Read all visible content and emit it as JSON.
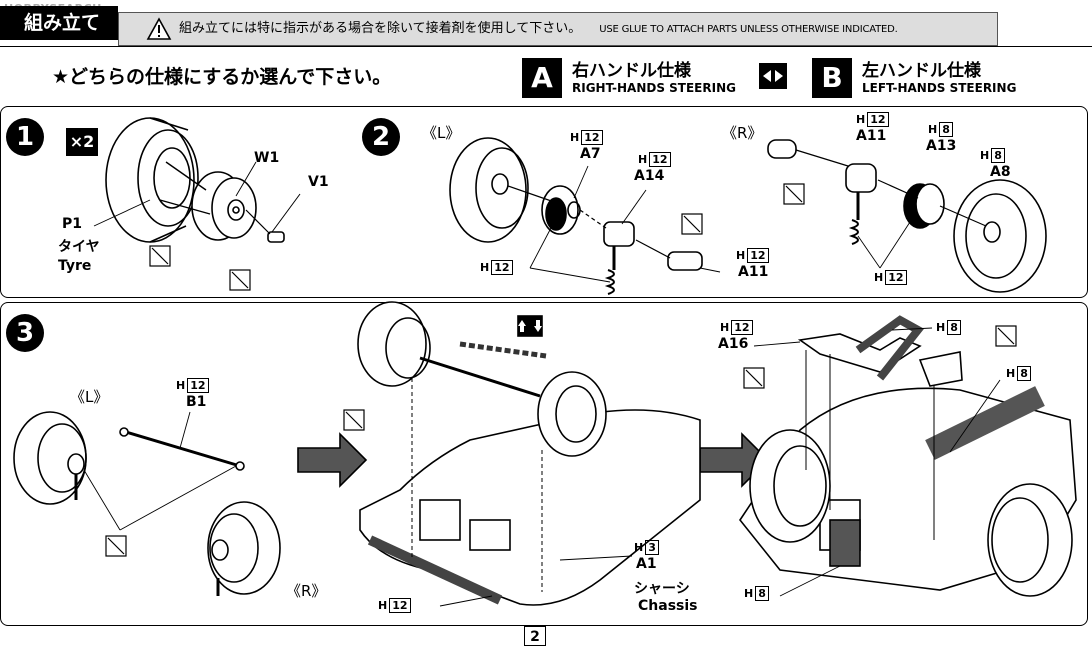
{
  "header": {
    "tab_title": "組み立て",
    "warning_jp": "組み立てには特に指示がある場合を除いて接着剤を使用して下さい。",
    "warning_en": "USE GLUE TO ATTACH PARTS UNLESS OTHERWISE INDICATED.",
    "watermark": "HOBBYSEARCH"
  },
  "choice": {
    "question": "★どちらの仕様にするか選んで下さい。",
    "option_a": {
      "badge": "A",
      "jp": "右ハンドル仕様",
      "en": "RIGHT-HANDS STEERING"
    },
    "option_b": {
      "badge": "B",
      "jp": "左ハンドル仕様",
      "en": "LEFT-HANDS STEERING"
    }
  },
  "step1": {
    "number": "1",
    "multiplier": "×2",
    "labels": {
      "w1": "W1",
      "v1": "V1",
      "p1": "P1",
      "tyre_jp": "タイヤ",
      "tyre_en": "Tyre"
    }
  },
  "step2": {
    "number": "2",
    "left_side": "《L》",
    "right_side": "《R》",
    "left": {
      "a7": "A7",
      "a7_h": "H",
      "a7_h_val": "12",
      "a14": "A14",
      "a14_h": "H",
      "a14_h_val": "12",
      "a11": "A11",
      "a11_h": "H",
      "a11_h_val": "12",
      "spring_h": "H",
      "spring_h_val": "12"
    },
    "right": {
      "a11": "A11",
      "a11_h": "H",
      "a11_h_val": "12",
      "a13": "A13",
      "a13_h": "H",
      "a13_h_val": "8",
      "a8": "A8",
      "a8_h": "H",
      "a8_h_val": "8",
      "spring_h": "H",
      "spring_h_val": "12"
    }
  },
  "step3": {
    "number": "3",
    "left_side": "《L》",
    "right_side": "《R》",
    "b1": "B1",
    "b1_h": "H",
    "b1_h_val": "12",
    "a1": "A1",
    "a1_h": "H",
    "a1_h_val": "3",
    "chassis_jp": "シャーシ",
    "chassis_en": "Chassis",
    "bottom_h": "H",
    "bottom_h_val": "12",
    "a16": "A16",
    "a16_h": "H",
    "a16_h_val": "12",
    "top_h": "H",
    "top_h_val": "8",
    "side_h": "H",
    "side_h_val": "8",
    "low_h": "H",
    "low_h_val": "8"
  },
  "page_number": "2"
}
